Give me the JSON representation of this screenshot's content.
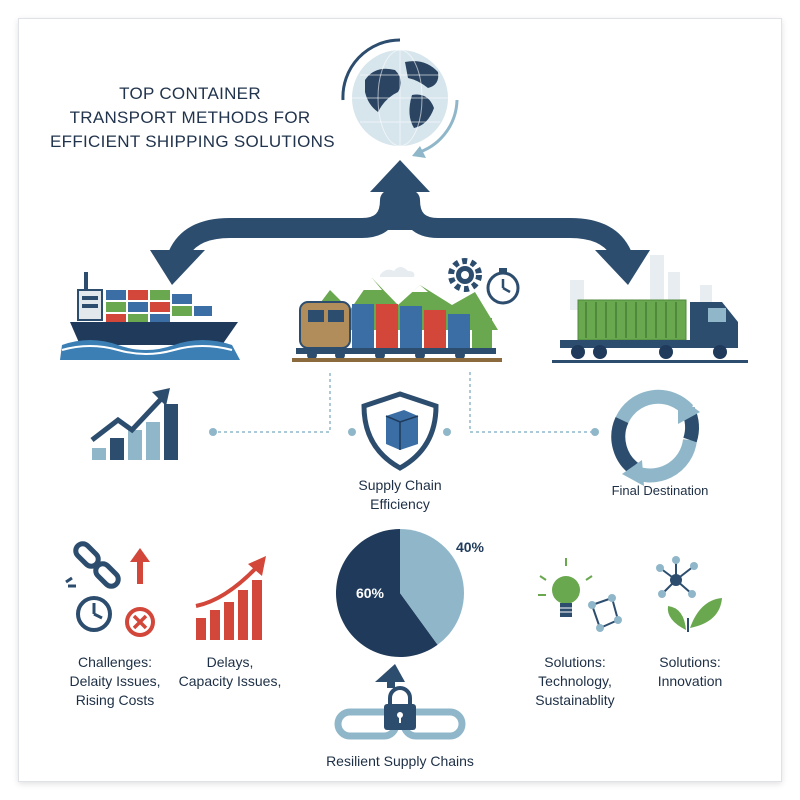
{
  "title": {
    "line1": "TOP CONTAINER",
    "line2": "TRANSPORT METHODS FOR",
    "line3": "EFFICIENT SHIPPING SOLUTIONS"
  },
  "center_label": {
    "line1": "Supply Chain",
    "line2": "Efficiency"
  },
  "final_destination": "Final Destination",
  "challenges": {
    "line1": "Challenges:",
    "line2": "Delaity Issues,",
    "line3": "Rising Costs"
  },
  "delays": {
    "line1": "Delays,",
    "line2": "Capacity Issues,"
  },
  "solutions_tech": {
    "line1": "Solutions:",
    "line2": "Technology,",
    "line3": "Sustainablity"
  },
  "solutions_innov": {
    "line1": "Solutions:",
    "line2": "Innovation"
  },
  "resilient": "Resilient Supply Chains",
  "chart_data": {
    "type": "pie",
    "labels": [
      "60%",
      "40%"
    ],
    "values": [
      60,
      40
    ],
    "colors": [
      "#1f3a5a",
      "#8fb7c9"
    ]
  },
  "colors": {
    "navy": "#1f3a5a",
    "light_blue": "#8fb7c9",
    "red": "#d2473a",
    "green": "#6aa84f"
  },
  "icons": [
    "globe-icon",
    "ship-icon",
    "train-icon",
    "truck-icon",
    "gear-icon",
    "clock-icon",
    "growth-chart-icon",
    "shield-container-icon",
    "cycle-arrows-icon",
    "broken-chain-icon",
    "red-bar-chart-icon",
    "lightbulb-icon",
    "network-leaf-icon",
    "chain-lock-icon"
  ]
}
